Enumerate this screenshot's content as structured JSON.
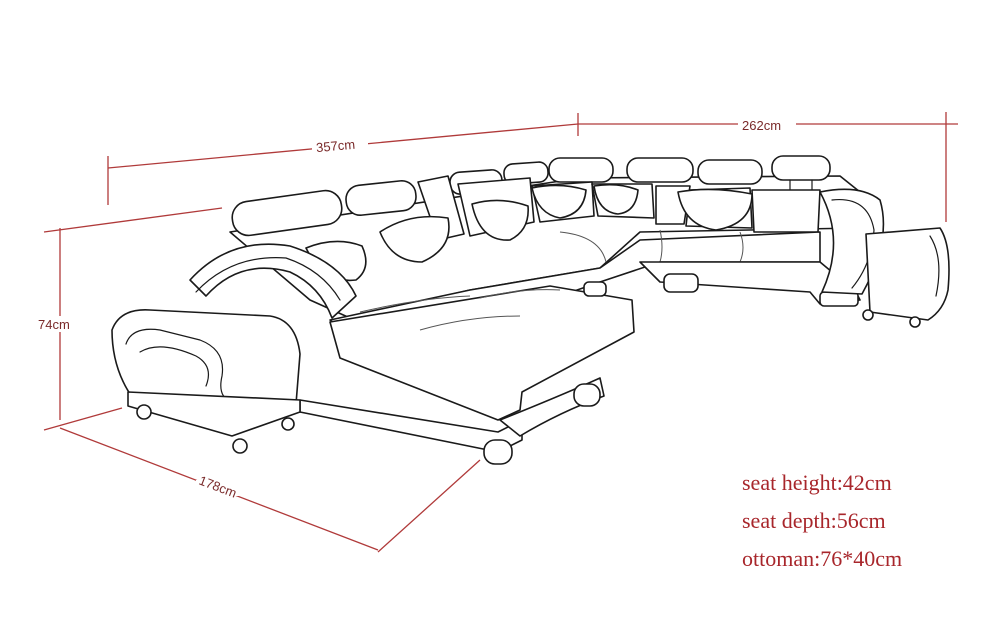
{
  "dimensions": {
    "length_total": "357cm",
    "length_right": "262cm",
    "height": "74cm",
    "depth_chaise": "178cm"
  },
  "specs": {
    "seat_height": "seat height:42cm",
    "seat_depth": "seat depth:56cm",
    "ottoman": "ottoman:76*40cm"
  },
  "colors": {
    "dimension_line": "#b03a3a",
    "spec_text": "#a8262b",
    "outline": "#1a1a1a"
  }
}
